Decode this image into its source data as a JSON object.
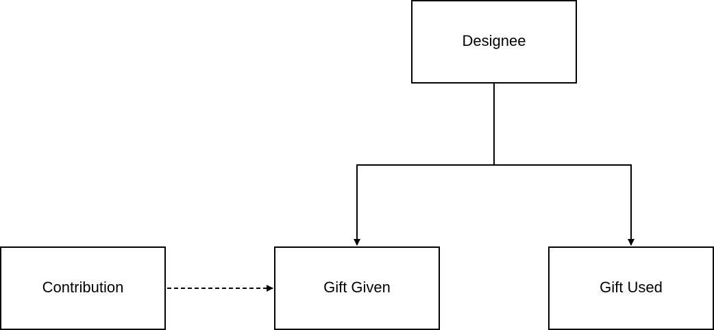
{
  "diagram": {
    "colors": {
      "stroke": "#000000",
      "fill": "#ffffff",
      "text": "#000000"
    },
    "nodes": {
      "designee": {
        "label": "Designee"
      },
      "contribution": {
        "label": "Contribution"
      },
      "gift_given": {
        "label": "Gift Given"
      },
      "gift_used": {
        "label": "Gift Used"
      }
    },
    "edges": [
      {
        "from": "designee",
        "to": "gift_given",
        "style": "solid"
      },
      {
        "from": "designee",
        "to": "gift_used",
        "style": "solid"
      },
      {
        "from": "contribution",
        "to": "gift_given",
        "style": "dashed"
      }
    ]
  }
}
